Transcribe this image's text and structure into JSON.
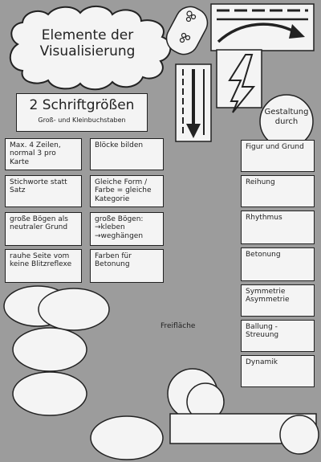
{
  "title": {
    "line1": "Elemente der",
    "line2": "Visualisierung"
  },
  "heading": {
    "main": "2 Schriftgrößen",
    "sub": "Groß- und Kleinbuchstaben"
  },
  "left_cards": [
    "Max. 4 Zeilen, normal 3 pro Karte",
    "Stichworte statt Satz",
    "große Bögen als neutraler Grund",
    "rauhe Seite vom keine Blitzreflexe"
  ],
  "middle_cards": [
    "Blöcke bilden",
    "Gleiche Form / Farbe = gleiche Kategorie",
    "große Bögen:\n→kleben\n→weghängen",
    "Farben für Betonung"
  ],
  "gestaltung_label": "Gestaltung durch",
  "right_cards": [
    "Figur und Grund",
    "Reihung",
    "Rhythmus",
    "Betonung",
    "Symmetrie Asymmetrie",
    "Ballung - Streuung",
    "Dynamik"
  ],
  "free_space_label": "Freifläche"
}
